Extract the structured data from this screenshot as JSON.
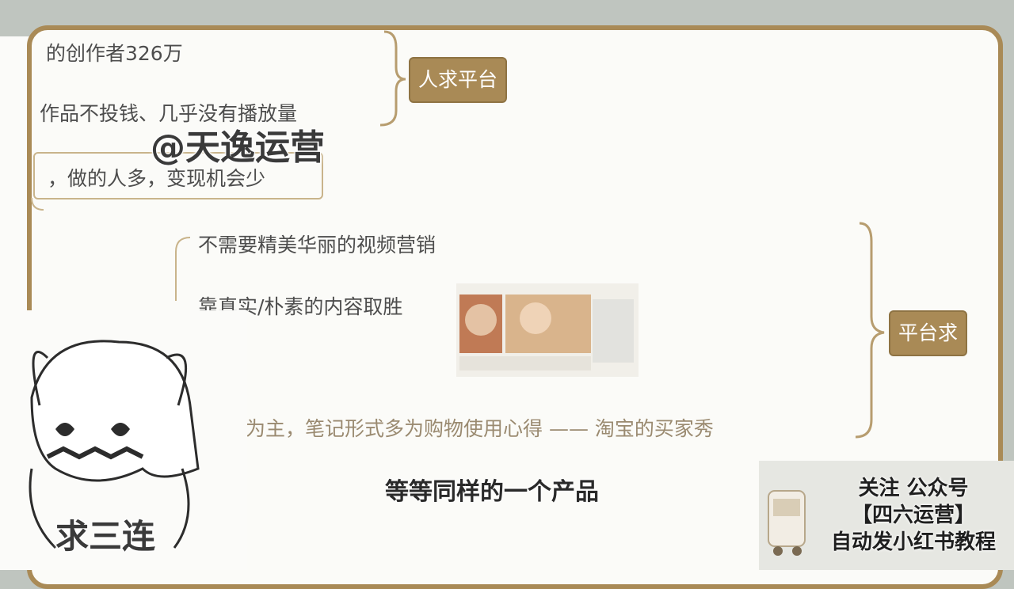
{
  "mindmap": {
    "top_lines": [
      "的创作者326万",
      "作品不投钱、几乎没有播放量",
      "，做的人多，变现机会少"
    ],
    "node_people_seek_platform": "人求平台",
    "watermark": "@天逸运营",
    "mid_lines": [
      "不需要精美华丽的视频营销",
      "靠真实/朴素的内容取胜"
    ],
    "bottom_line": "为主，笔记形式多为购物使用心得 —— 淘宝的买家秀",
    "node_platform_seeks": "平台求"
  },
  "subtitle": "等等同样的一个产品",
  "sticker_caption": "求三连",
  "promo": {
    "line1": "关注 公众号",
    "line2": "【四六运营】",
    "line3": "自动发小红书教程"
  },
  "colors": {
    "accent": "#a98a56",
    "background": "#bfc5bf"
  }
}
